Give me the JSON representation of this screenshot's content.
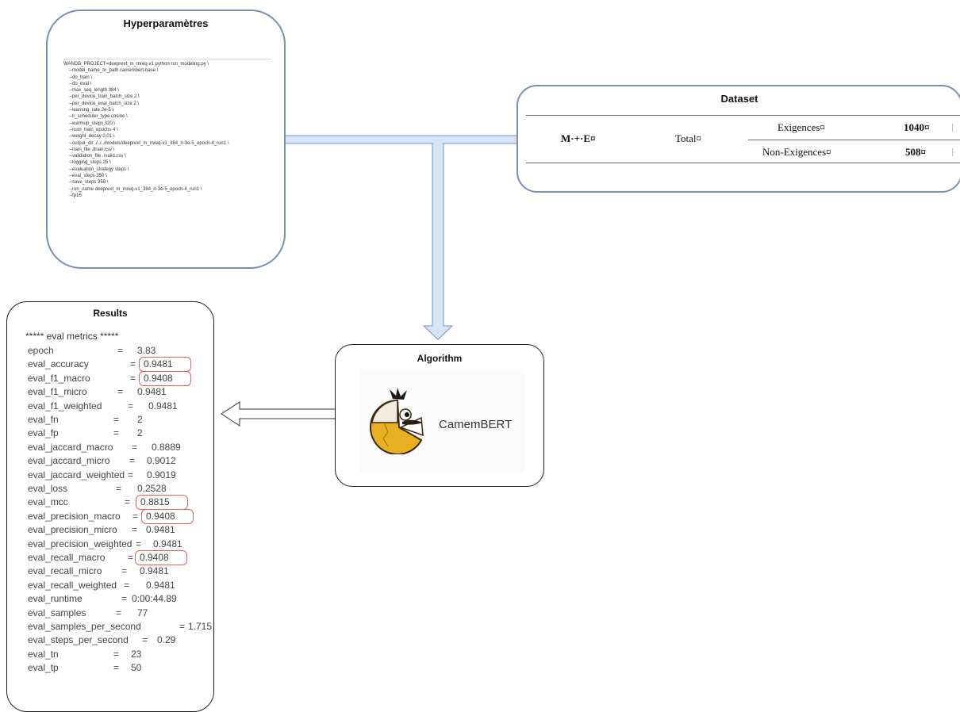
{
  "hyperparameters": {
    "title": "Hyperparamètres",
    "lines": [
      "WANDB_PROJECT=deeprext_m_mreq-v1 python run_modeling.py \\",
      "--model_name_or_path camembert-base \\",
      "--do_train \\",
      "--do_eval \\",
      "--max_seq_length 384 \\",
      "--per_device_train_batch_size 2 \\",
      "--per_device_eval_batch_size 2 \\",
      "--learning_rate 2e-5 \\",
      "--lr_scheduler_type cosine \\",
      "--warmup_steps 320 \\",
      "--num_train_epochs 4 \\",
      "--weight_decay 0.01 \\",
      "--output_dir ./../../models/deeprext_m_mreq-v1_384_lr-3e-5_epoch-4_run1 \\",
      "--train_file ./train.csv \\",
      "--validation_file ./valid.csv \\",
      "--logging_steps 25 \\",
      "--evaluation_strategy steps \\",
      "--eval_steps 350 \\",
      "--save_steps 350 \\",
      "--run_name deeprext_m_mreq-v1_384_lr-3e-5_epoch-4_run1 \\",
      "--fp16"
    ]
  },
  "dataset": {
    "title": "Dataset",
    "group_label": "M·+·E¤",
    "total_label": "Total¤",
    "rows": [
      {
        "label": "Exigences¤",
        "value": "1040¤"
      },
      {
        "label": "Non-Exigences¤",
        "value": "508¤"
      }
    ]
  },
  "algorithm": {
    "title": "Algorithm",
    "model_name": "CamemBERT"
  },
  "results": {
    "title": "Results",
    "header": "***** eval metrics *****",
    "metrics": [
      {
        "name": "epoch",
        "eq": "=",
        "value": "3.83"
      },
      {
        "name": "eval_accuracy",
        "eq": "=",
        "value": "0.9481"
      },
      {
        "name": "eval_f1_macro",
        "eq": "=",
        "value": "0.9408"
      },
      {
        "name": "eval_f1_micro",
        "eq": "=",
        "value": "0.9481"
      },
      {
        "name": "eval_f1_weighted",
        "eq": "=",
        "value": "0.9481"
      },
      {
        "name": "eval_fn",
        "eq": "=",
        "value": "2"
      },
      {
        "name": "eval_fp",
        "eq": "=",
        "value": "2"
      },
      {
        "name": "eval_jaccard_macro",
        "eq": "=",
        "value": "0.8889"
      },
      {
        "name": "eval_jaccard_micro",
        "eq": "=",
        "value": "0.9012"
      },
      {
        "name": "eval_jaccard_weighted",
        "eq": "=",
        "value": "0.9019"
      },
      {
        "name": "eval_loss",
        "eq": "=",
        "value": "0.2528"
      },
      {
        "name": "eval_mcc",
        "eq": "=",
        "value": "0.8815"
      },
      {
        "name": "eval_precision_macro",
        "eq": "=",
        "value": "0.9408"
      },
      {
        "name": "eval_precision_micro",
        "eq": "=",
        "value": "0.9481"
      },
      {
        "name": "eval_precision_weighted",
        "eq": "=",
        "value": "0.9481"
      },
      {
        "name": "eval_recall_macro",
        "eq": "=",
        "value": "0.9408"
      },
      {
        "name": "eval_recall_micro",
        "eq": "=",
        "value": "0.9481"
      },
      {
        "name": "eval_recall_weighted",
        "eq": "=",
        "value": "0.9481"
      },
      {
        "name": "eval_runtime",
        "eq": "=",
        "value": "0:00:44.89"
      },
      {
        "name": "eval_samples",
        "eq": "=",
        "value": "77"
      },
      {
        "name": "eval_samples_per_second",
        "eq": "=",
        "value": "1.715"
      },
      {
        "name": "eval_steps_per_second",
        "eq": "=",
        "value": "0.29"
      },
      {
        "name": "eval_tn",
        "eq": "=",
        "value": "23"
      },
      {
        "name": "eval_tp",
        "eq": "=",
        "value": "50"
      }
    ],
    "highlighted_metrics": [
      "eval_accuracy",
      "eval_f1_macro",
      "eval_mcc",
      "eval_precision_macro",
      "eval_recall_macro"
    ]
  },
  "colors": {
    "box_border_blue": "#7a8fb5",
    "connector_fill": "#d6e4f5",
    "connector_stroke": "#6f94c8",
    "highlight_red": "#e06060"
  }
}
